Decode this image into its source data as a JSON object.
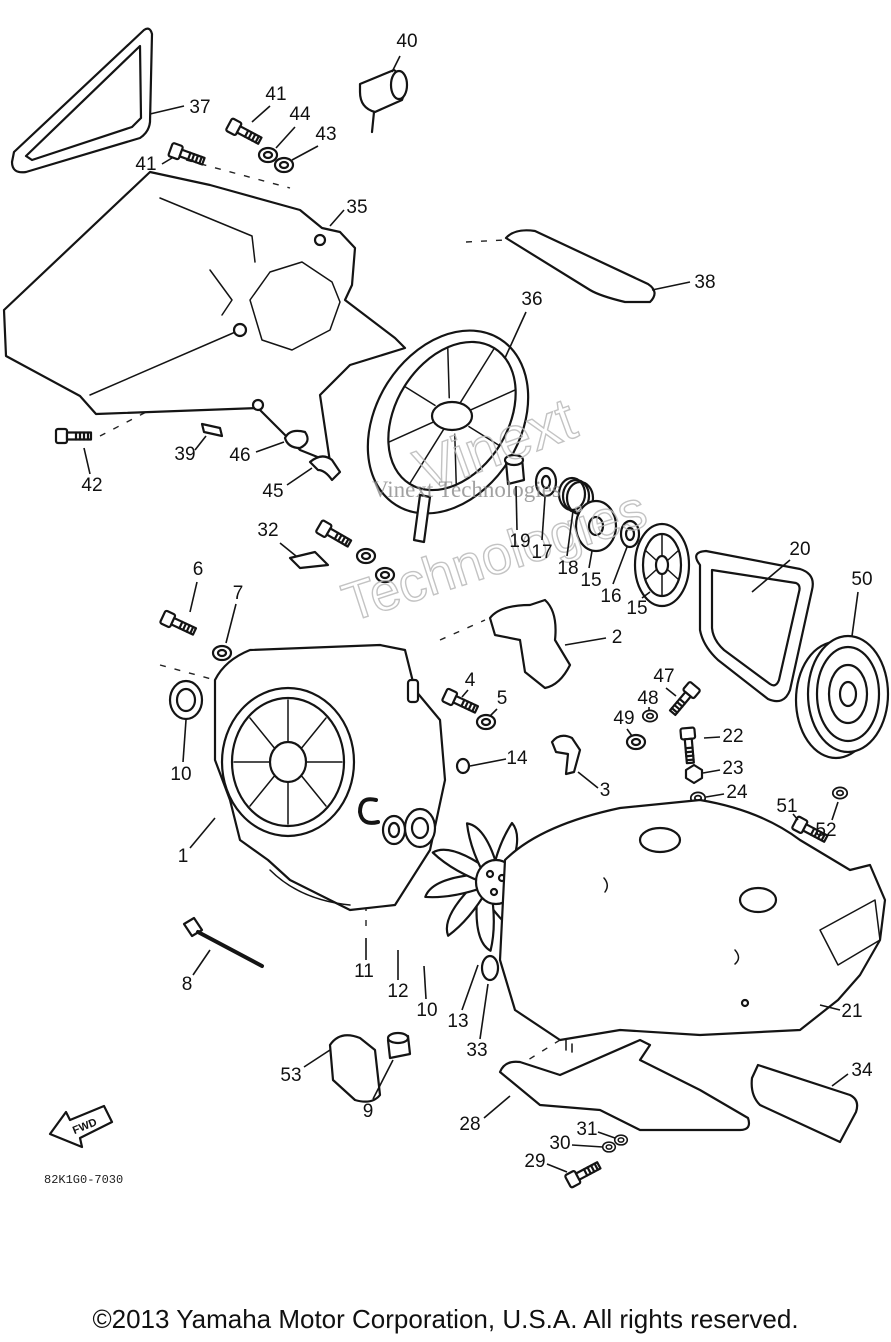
{
  "diagram": {
    "callouts": [
      "40",
      "37",
      "41",
      "44",
      "43",
      "41",
      "35",
      "38",
      "36",
      "42",
      "39",
      "46",
      "45",
      "32",
      "19",
      "17",
      "18",
      "15",
      "16",
      "15",
      "20",
      "50",
      "6",
      "7",
      "2",
      "4",
      "5",
      "47",
      "48",
      "49",
      "22",
      "23",
      "24",
      "14",
      "3",
      "10",
      "1",
      "51",
      "52",
      "8",
      "11",
      "12",
      "10",
      "13",
      "33",
      "21",
      "53",
      "9",
      "34",
      "28",
      "31",
      "30",
      "29"
    ],
    "fwd_label": "FWD",
    "drawing_code": "82K1G0-7030"
  },
  "watermark": {
    "brand": "Vinext",
    "word": "Technologies",
    "full": "Vinext Technologies"
  },
  "footer": {
    "copyright": "©2013 Yamaha Motor Corporation, U.S.A. All rights reserved."
  }
}
